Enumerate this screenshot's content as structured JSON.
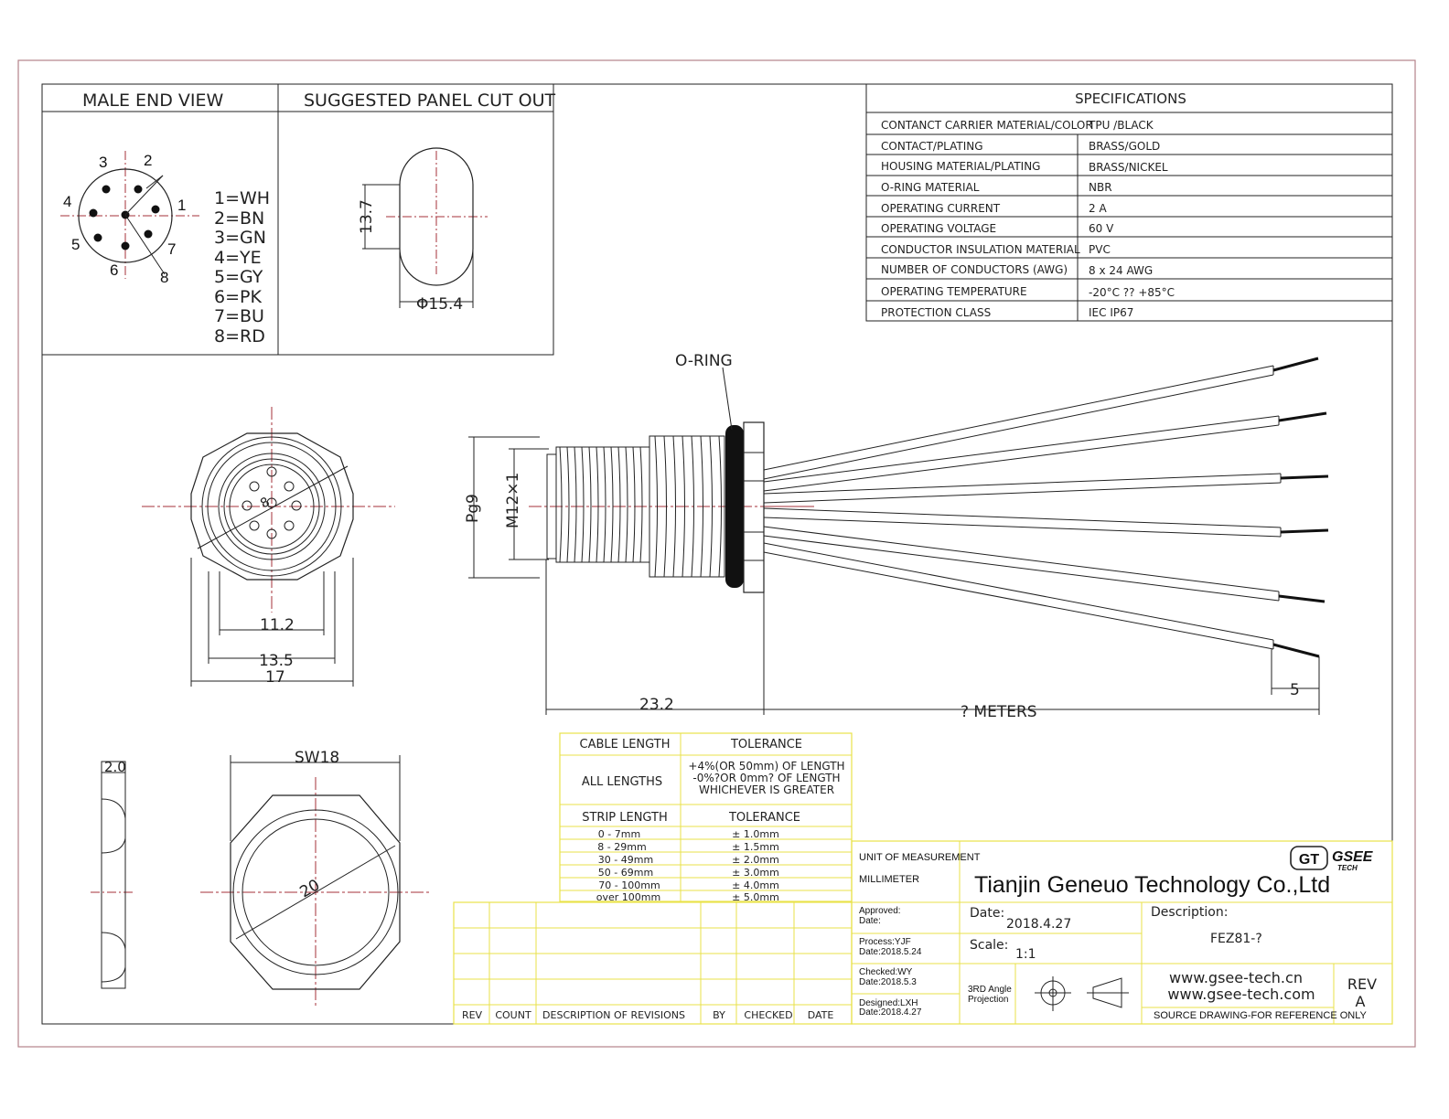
{
  "views": {
    "male_end_view": "MALE END VIEW",
    "panel_cut_out": "SUGGESTED PANEL CUT OUT"
  },
  "pin_numbers": [
    "1",
    "2",
    "3",
    "4",
    "5",
    "6",
    "7",
    "8"
  ],
  "wire_colors": [
    "1=WH",
    "2=BN",
    "3=GN",
    "4=YE",
    "5=GY",
    "6=PK",
    "7=BU",
    "8=RD"
  ],
  "cutout": {
    "height": "13.7",
    "diameter": "Φ15.4"
  },
  "specifications": {
    "title": "SPECIFICATIONS",
    "rows": [
      {
        "label": "CONTANCT CARRIER MATERIAL/COLOR",
        "value": "TPU /BLACK"
      },
      {
        "label": "CONTACT/PLATING",
        "value": "BRASS/GOLD"
      },
      {
        "label": "HOUSING MATERIAL/PLATING",
        "value": "BRASS/NICKEL"
      },
      {
        "label": "O-RING  MATERIAL",
        "value": "NBR"
      },
      {
        "label": "OPERATING CURRENT",
        "value": "2 A"
      },
      {
        "label": "OPERATING VOLTAGE",
        "value": "60 V"
      },
      {
        "label": "CONDUCTOR INSULATION MATERIAL",
        "value": "PVC"
      },
      {
        "label": "NUMBER OF CONDUCTORS (AWG)",
        "value": "8 x 24 AWG"
      },
      {
        "label": "OPERATING TEMPERATURE",
        "value": "-20°C ?? +85°C"
      },
      {
        "label": "PROTECTION CLASS",
        "value": "IEC   IP67"
      }
    ]
  },
  "dimensions": {
    "front_inner": "11.2",
    "front_mid": "13.5",
    "front_outer": "17",
    "front_pin": "8",
    "oring": "O-RING",
    "pg": "Pg9",
    "thread": "M12×1",
    "body_len": "23.2",
    "cable": "? METERS",
    "strip": "5",
    "sw": "SW18",
    "nut_dia": "20",
    "nut_thick": "2.0"
  },
  "tolerance": {
    "h1": "CABLE LENGTH",
    "h2": "TOLERANCE",
    "all_lengths": "ALL LENGTHS",
    "all_tol": [
      "+4%(OR 50mm) OF LENGTH",
      "-0%?OR 0mm? OF LENGTH",
      "WHICHEVER  IS  GREATER"
    ],
    "h3": "STRIP LENGTH",
    "h4": "TOLERANCE",
    "rows": [
      {
        "len": "0 - 7mm",
        "tol": "± 1.0mm"
      },
      {
        "len": "8 - 29mm",
        "tol": "± 1.5mm"
      },
      {
        "len": "30 - 49mm",
        "tol": "± 2.0mm"
      },
      {
        "len": "50 - 69mm",
        "tol": "± 3.0mm"
      },
      {
        "len": "70 - 100mm",
        "tol": "± 4.0mm"
      },
      {
        "len": "over 100mm",
        "tol": "± 5.0mm"
      }
    ]
  },
  "revisions": {
    "headers": [
      "REV",
      "COUNT",
      "DESCRIPTION  OF  REVISIONS",
      "BY",
      "CHECKED",
      "DATE"
    ]
  },
  "title_block": {
    "uom_label": "UNIT OF MEASUREMENT",
    "uom_value": "MILLIMETER",
    "company": "Tianjin Geneuo Technology Co.,Ltd",
    "logo_gt": "GT",
    "logo_name": "GSEE",
    "logo_sub": "TECH",
    "approved": "Approved:",
    "approved_date": "Date:",
    "date_label": "Date:",
    "date_value": "2018.4.27",
    "desc_label": "Description:",
    "desc_value": "FEZ81-?",
    "process": "Process:YJF",
    "process_date": "Date:2018.5.24",
    "scale_label": "Scale:",
    "scale_value": "1:1",
    "checked": "Checked:WY",
    "checked_date": "Date:2018.5.3",
    "projection_1": "3RD Angle",
    "projection_2": "Projection",
    "web1": "www.gsee-tech.cn",
    "web2": "www.gsee-tech.com",
    "rev_label": "REV",
    "rev_value": "A",
    "designed": "Designed:LXH",
    "designed_date": "Date:2018.4.27",
    "source_note": "SOURCE DRAWING-FOR REFERENCE ONLY"
  },
  "colors": {
    "frame": "#b5838a",
    "line": "#222222",
    "center": "#a4303a",
    "table": "#e8e24a"
  }
}
